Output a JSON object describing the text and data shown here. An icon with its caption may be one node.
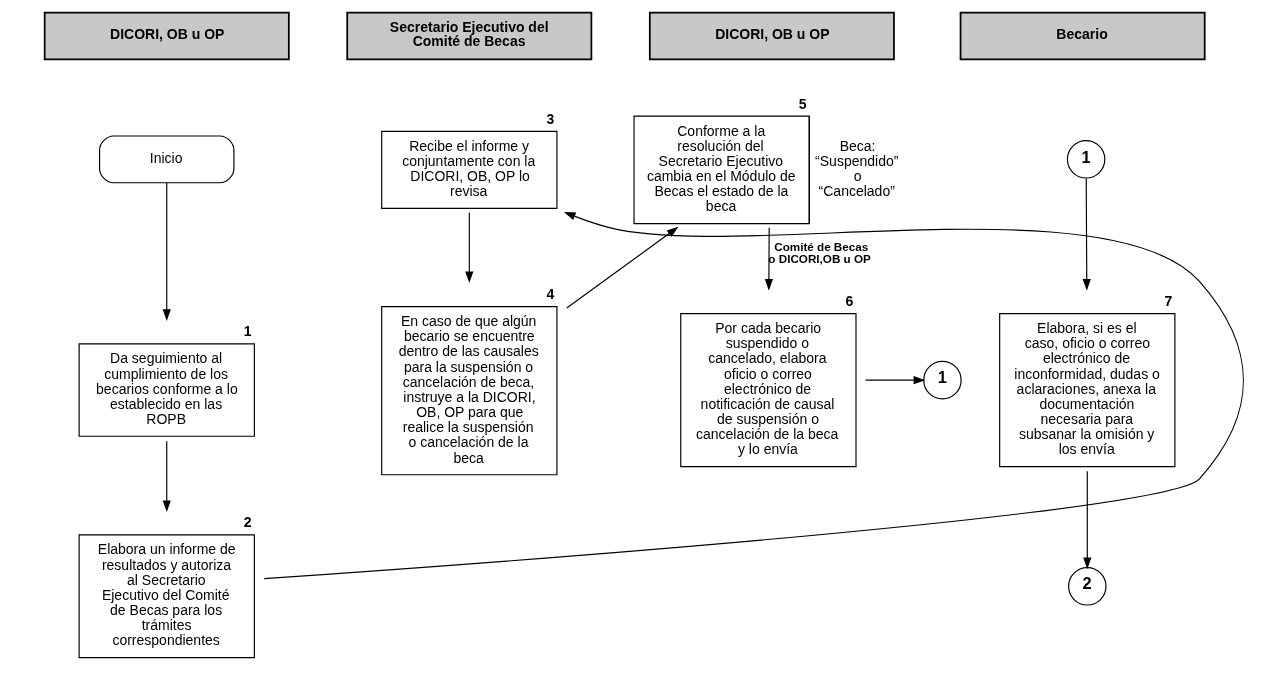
{
  "diagram": {
    "nodes": [
      {
        "text": [
          "DICORI, OB u OP"
        ]
      },
      {
        "text": [
          "Secretario Ejecutivo del Comité de Becas"
        ]
      },
      {
        "text": [
          "DICORI, OB u OP"
        ]
      },
      {
        "text": [
          "Becario"
        ]
      },
      {
        "text": [
          "Inicio"
        ]
      },
      {
        "text": [
          "Da seguimiento al cumplimiento de los becarios conforme a lo establecido en las ROPB"
        ],
        "beside": [
          "1"
        ]
      },
      {
        "text": [
          "Elabora un informe de resultados y autoriza al Secretario Ejecutivo del Comité de Becas para los trámites correspondientes"
        ],
        "beside": [
          "2"
        ]
      },
      {
        "text": [
          "Recibe el informe y conjuntamente con la DICORI, OB, OP lo revisa"
        ],
        "beside": [
          "3"
        ]
      },
      {
        "text": [
          "En caso de que algún becario se encuentre dentro de las causales para la suspensión o cancelación de beca, instruye a la DICORI, OB, OP para que realice la suspensión o cancelación de la beca"
        ],
        "beside": [
          "4"
        ]
      },
      {
        "text": [
          "Conforme a la resolución del Secretario Ejecutivo cambia en el Módulo de Becas el estado de la beca"
        ],
        "beside": [
          "5",
          "Beca: “Suspendido” o “Cancelado”"
        ]
      },
      {
        "text": [
          "Por cada becario suspendido o cancelado, elabora oficio o correo electrónico de notificación de causal de suspensión o cancelación de la beca y lo envía"
        ],
        "beside": [
          "6"
        ]
      },
      {
        "text": [
          "1"
        ]
      },
      {
        "text": [
          "1"
        ]
      },
      {
        "text": [
          "Elabora, si es el caso, oficio o correo electrónico de inconformidad, dudas o aclaraciones, anexa la documentación necesaria para subsanar la omisión y los envía"
        ],
        "beside": [
          "7"
        ]
      },
      {
        "text": [
          "2"
        ]
      }
    ],
    "edges": [
      {
        "from": 4,
        "to": 5,
        "arrow": "to"
      },
      {
        "from": 5,
        "to": 6,
        "arrow": "to"
      },
      {
        "from": 6,
        "to": 7,
        "arrow": "to"
      },
      {
        "from": 7,
        "to": 8,
        "arrow": "to"
      },
      {
        "from": 8,
        "to": 9,
        "arrow": "to"
      },
      {
        "from": 9,
        "to": 10,
        "arrow": "to",
        "label": "Comité de Becas o DICORI,OB u OP"
      },
      {
        "from": 10,
        "to": 11,
        "arrow": "to"
      },
      {
        "from": 12,
        "to": 13,
        "arrow": "to"
      },
      {
        "from": 13,
        "to": 14,
        "arrow": "to"
      }
    ]
  }
}
